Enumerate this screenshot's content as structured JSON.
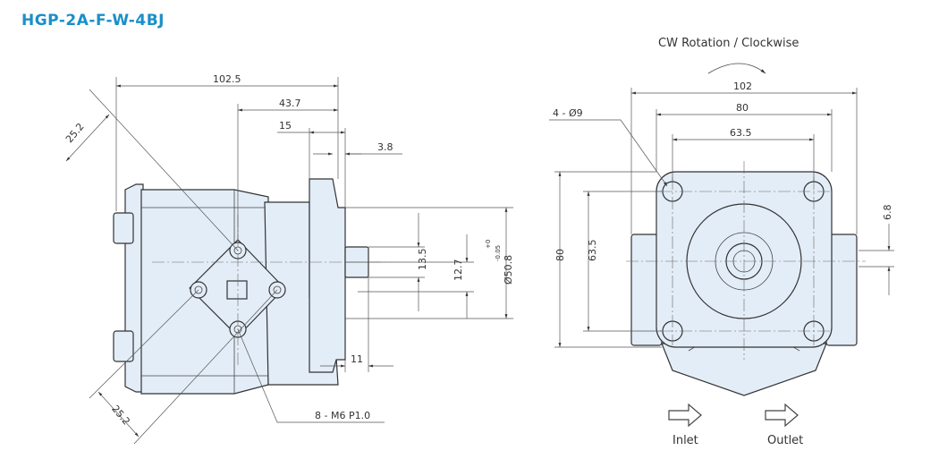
{
  "model": "HGP-2A-F-W-4BJ",
  "left_view": {
    "d_102_5": "102.5",
    "d_43_7": "43.7",
    "d_15": "15",
    "d_3_8": "3.8",
    "d_25_2_top": "25.2",
    "d_25_2_bottom": "25.2",
    "d_13_5": "13.5",
    "d_12_7": "12.7",
    "d_50_8": "Ø50.8",
    "tol_plus": "+0",
    "tol_minus": "-0.05",
    "d_11": "11",
    "note_bolts": "8 - M6 P1.0"
  },
  "right_view": {
    "rotation": "CW Rotation / Clockwise",
    "d_102": "102",
    "d_80_top": "80",
    "d_63_5_top": "63.5",
    "holes": "4 - Ø9",
    "d_80_side": "80",
    "d_63_5_side": "63.5",
    "d_6_8": "6.8",
    "inlet": "Inlet",
    "outlet": "Outlet"
  },
  "colors": {
    "title": "#1a8fc9",
    "body_fill": "#e3edf7",
    "line": "#333333"
  }
}
